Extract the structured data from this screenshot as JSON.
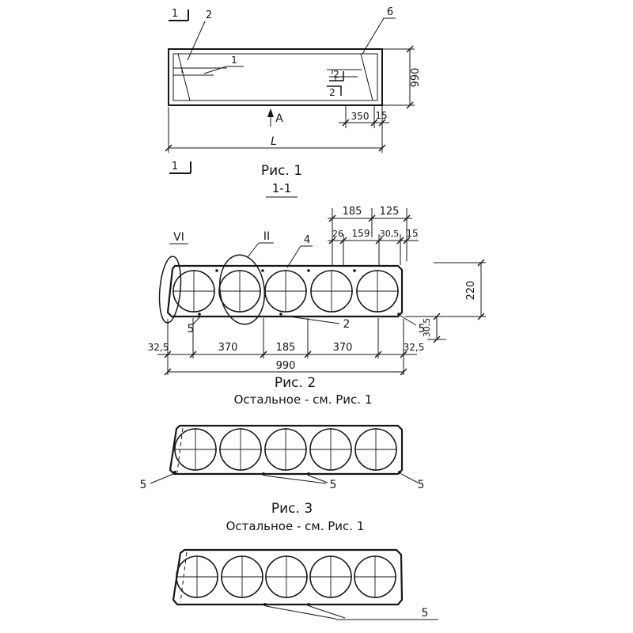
{
  "fig1": {
    "caption": "Рис. 1",
    "section_ref": "1-1",
    "sec1_top": "1",
    "sec1_bottom": "1",
    "callout2": "2",
    "callout6": "6",
    "callout1": "1",
    "sec2_top": "2",
    "sec2_bottom": "2",
    "view_a": "A",
    "dim_990": "990",
    "dim_350": "350",
    "dim_15": "15",
    "dim_l": "L"
  },
  "fig2": {
    "caption": "Рис. 2",
    "note": "Остальное - см. Рис. 1",
    "vi": "VI",
    "ii": "II",
    "c4": "4",
    "c5_left": "5",
    "c2": "2",
    "c5_right": "5",
    "d185": "185",
    "d125": "125",
    "d26": "26",
    "d159": "159",
    "d305_top": "30,5",
    "d15": "15",
    "d220": "220",
    "d305_right": "30,5",
    "d325_l": "32,5",
    "d370_l": "370",
    "d185_b": "185",
    "d370_r": "370",
    "d325_r": "32,5",
    "d990": "990"
  },
  "fig3": {
    "caption": "Рис. 3",
    "note": "Остальное - см. Рис. 1",
    "c5_left": "5",
    "c5_center": "5",
    "c5_right": "5"
  },
  "fig4": {
    "c5": "5"
  },
  "colors": {
    "ink": "#161616",
    "paper": "#ffffff"
  }
}
